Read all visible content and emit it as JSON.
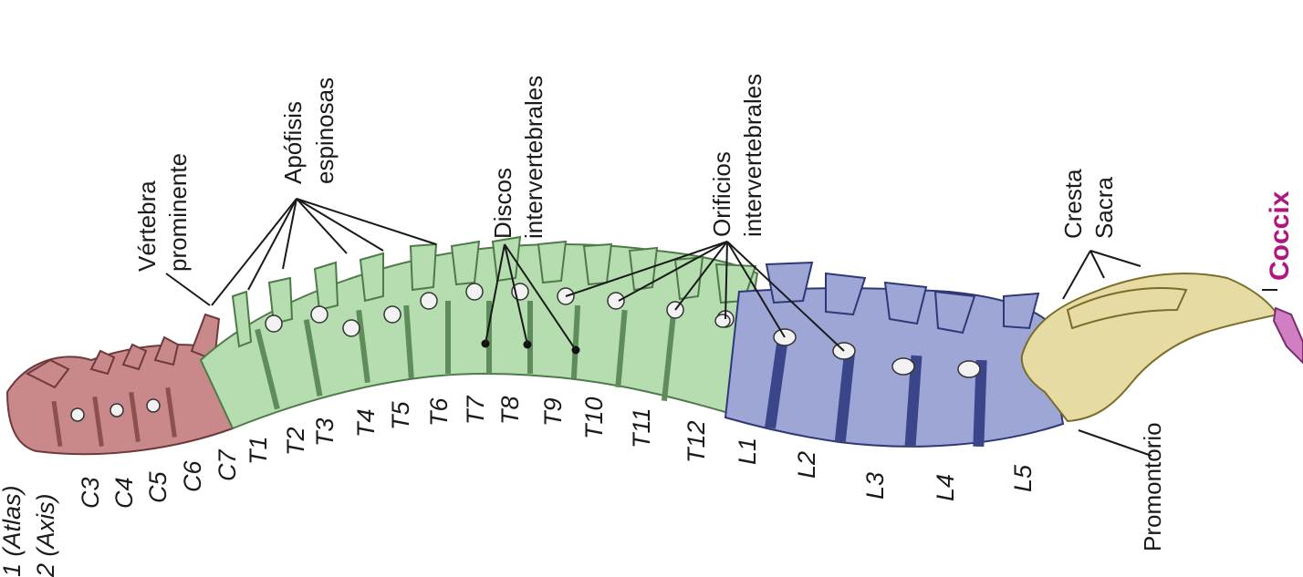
{
  "vertebrae": {
    "cervical": [
      "1 (Atlas)",
      "2 (Axis)",
      "C3",
      "C4",
      "C5",
      "C6",
      "C7"
    ],
    "thoracic": [
      "T1",
      "T2",
      "T3",
      "T4",
      "T5",
      "T6",
      "T7",
      "T8",
      "T9",
      "T10",
      "T11",
      "T12"
    ],
    "lumbar": [
      "L1",
      "L2",
      "L3",
      "L4",
      "L5"
    ]
  },
  "annotations": {
    "vertebra_prominens": [
      "Vértebra",
      "prominente"
    ],
    "spinous_processes": [
      "Apófisis",
      "espinosas"
    ],
    "intervertebral_discs": [
      "Discos",
      "intervertebrales"
    ],
    "intervertebral_foramina": [
      "Orificios",
      "intervertebrales"
    ],
    "sacral_crest": [
      "Cresta",
      "Sacra"
    ],
    "coccyx": "Coccix",
    "promontory": "Promontorio"
  },
  "colors": {
    "cervical": "#c9898b",
    "thoracic": "#b5ddb0",
    "lumbar": "#9ea6d6",
    "sacrum": "#e6dca3",
    "coccyx": "#d07fc2",
    "coccyx_label": "#b0177e"
  }
}
